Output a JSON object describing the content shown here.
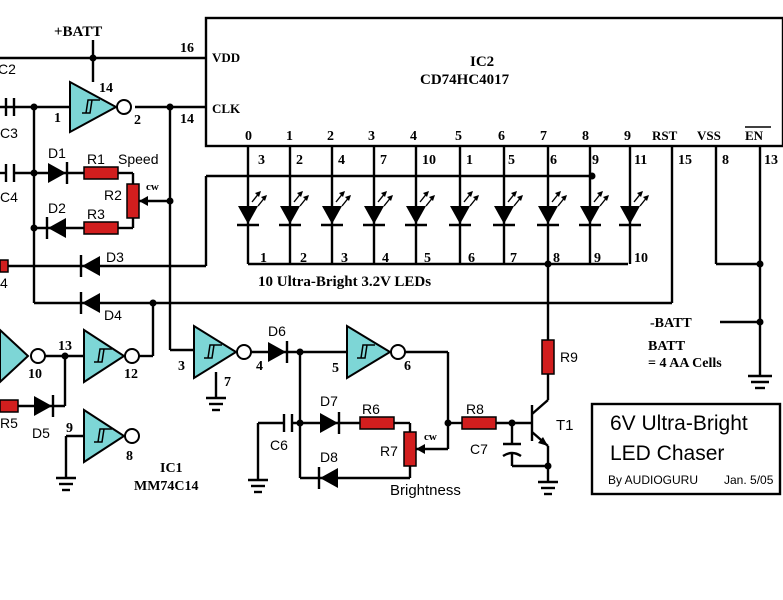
{
  "title_box": {
    "line1": "6V Ultra-Bright",
    "line2": "LED Chaser",
    "credit": "By AUDIOGURU",
    "date": "Jan. 5/05"
  },
  "ic2": {
    "name": "IC2",
    "part": "CD74HC4017",
    "vdd": "VDD",
    "clk": "CLK",
    "outputs": [
      "0",
      "1",
      "2",
      "3",
      "4",
      "5",
      "6",
      "7",
      "8",
      "9"
    ],
    "rst": "RST",
    "vss": "VSS",
    "en": "EN",
    "out_pins": [
      "3",
      "2",
      "4",
      "7",
      "10",
      "1",
      "5",
      "6",
      "9",
      "11"
    ],
    "rst_pin": "15",
    "vss_pin": "8",
    "en_pin": "13",
    "vdd_pin": "16",
    "clk_pin": "14"
  },
  "ic1": {
    "name": "IC1",
    "part": "MM74C14"
  },
  "supply": {
    "batt_plus": "+BATT",
    "batt_minus": "-BATT",
    "batt_desc_1": "BATT",
    "batt_desc_2": "= 4 AA Cells"
  },
  "leds": {
    "numbers": [
      "1",
      "2",
      "3",
      "4",
      "5",
      "6",
      "7",
      "8",
      "9",
      "10"
    ],
    "caption": "10 Ultra-Bright 3.2V LEDs"
  },
  "components": {
    "c2": "C2",
    "c3": "C3",
    "c4": "C4",
    "c6": "C6",
    "c7": "C7",
    "d1": "D1",
    "d2": "D2",
    "d3": "D3",
    "d4": "D4",
    "d5": "D5",
    "d6": "D6",
    "d7": "D7",
    "d8": "D8",
    "r1": "R1",
    "r2": "R2",
    "r3": "R3",
    "r4": "4",
    "r5": "R5",
    "r6": "R6",
    "r7": "R7",
    "r8": "R8",
    "r9": "R9",
    "t1": "T1",
    "speed": "Speed",
    "brightness": "Brightness",
    "cw1": "cw",
    "cw2": "cw"
  },
  "pins": {
    "g1_in": "1",
    "g1_vcc": "14",
    "g1_out": "2",
    "g2_out": "10",
    "g3_in": "13",
    "g3_out": "12",
    "g4_in": "9",
    "g4_out": "8",
    "g5_in": "3",
    "g5_gnd": "7",
    "g5_out": "4",
    "g6_in": "5",
    "g6_out": "6"
  }
}
